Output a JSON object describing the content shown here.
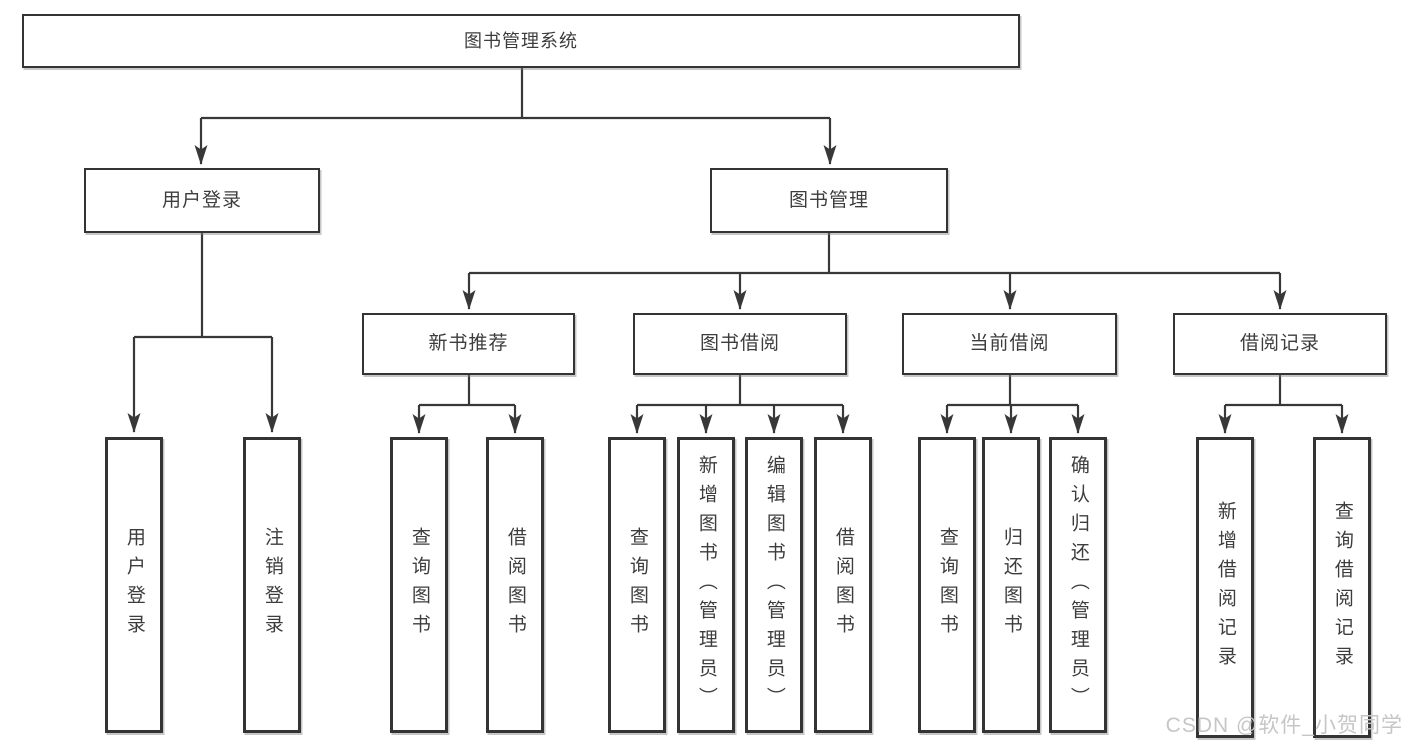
{
  "tree": {
    "root": {
      "label": "图书管理系统"
    },
    "branches": [
      {
        "label": "用户登录",
        "children": [
          {
            "label": "用户登录"
          },
          {
            "label": "注销登录"
          }
        ]
      },
      {
        "label": "图书管理",
        "children": [
          {
            "label": "新书推荐",
            "children": [
              {
                "label": "查询图书"
              },
              {
                "label": "借阅图书"
              }
            ]
          },
          {
            "label": "图书借阅",
            "children": [
              {
                "label": "查询图书"
              },
              {
                "label": "新增图书（管理员）"
              },
              {
                "label": "编辑图书（管理员）"
              },
              {
                "label": "借阅图书"
              }
            ]
          },
          {
            "label": "当前借阅",
            "children": [
              {
                "label": "查询图书"
              },
              {
                "label": "归还图书"
              },
              {
                "label": "确认归还（管理员）"
              }
            ]
          },
          {
            "label": "借阅记录",
            "children": [
              {
                "label": "新增借阅记录"
              },
              {
                "label": "查询借阅记录"
              }
            ]
          }
        ]
      }
    ]
  },
  "watermark": {
    "text": "CSDN @软件_小贺同学"
  },
  "colors": {
    "line": "#383838",
    "box_border": "#343434",
    "box_fill": "#ffffff",
    "text": "#3d3d3d",
    "watermark": "#c6c6c6",
    "background": "#ffffff"
  }
}
